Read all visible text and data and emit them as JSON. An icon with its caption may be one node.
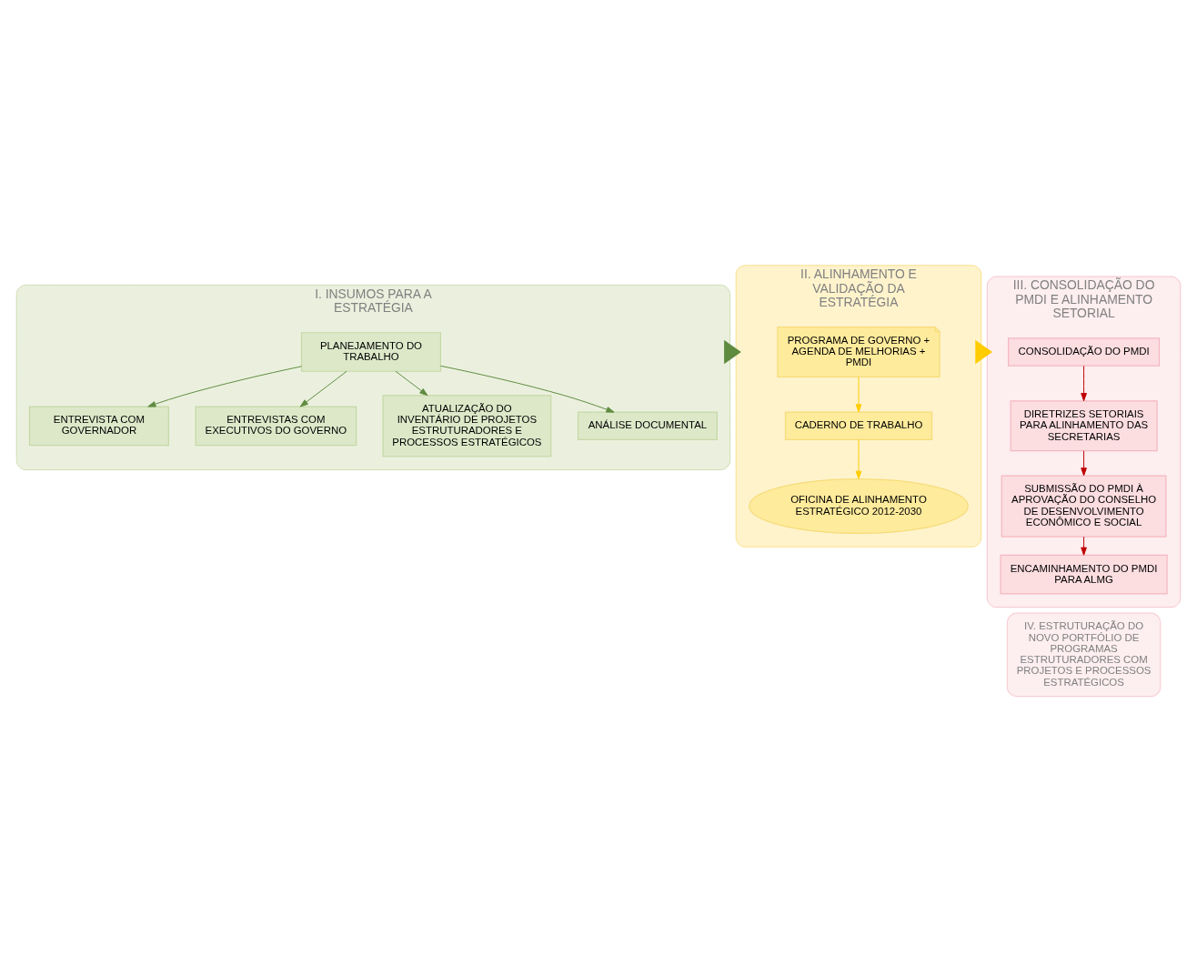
{
  "diagram": {
    "nodes": [
      {
        "text": [
          "I. INSUMOS PARA A ESTRATÉGIA"
        ]
      },
      {
        "text": [
          "PLANEJAMENTO DO TRABALHO"
        ],
        "in": 0
      },
      {
        "text": [
          "ENTREVISTA COM GOVERNADOR"
        ],
        "in": 0
      },
      {
        "text": [
          "ENTREVISTAS COM EXECUTIVOS DO GOVERNO"
        ],
        "in": 0
      },
      {
        "text": [
          "ATUALIZAÇÃO DO INVENTÁRIO DE PROJETOS ESTRUTURADORES E PROCESSOS ESTRATÉGICOS"
        ],
        "in": 0
      },
      {
        "text": [
          "ANÁLISE DOCUMENTAL"
        ],
        "in": 0
      },
      {
        "text": [
          "II. ALINHAMENTO E VALIDAÇÃO DA ESTRATÉGIA"
        ]
      },
      {
        "text": [
          "PROGRAMA DE GOVERNO + AGENDA DE MELHORIAS + PMDI"
        ],
        "in": 6
      },
      {
        "text": [
          "CADERNO DE TRABALHO"
        ],
        "in": 6
      },
      {
        "text": [
          "OFICINA DE ALINHAMENTO ESTRATÉGICO 2012-2030"
        ],
        "in": 6
      },
      {
        "text": [
          "III. CONSOLIDAÇÃO DO PMDI E ALINHAMENTO SETORIAL"
        ]
      },
      {
        "text": [
          "CONSOLIDAÇÃO DO PMDI"
        ],
        "in": 10
      },
      {
        "text": [
          "DIRETRIZES SETORIAIS PARA ALINHAMENTO DAS SECRETARIAS"
        ],
        "in": 10
      },
      {
        "text": [
          "SUBMISSÃO DO PMDI À APROVAÇÃO DO CONSELHO DE DESENVOLVIMENTO ECONÔMICO E SOCIAL"
        ],
        "in": 10
      },
      {
        "text": [
          "ENCAMINHAMENTO DO PMDI PARA ALMG"
        ],
        "in": 10
      },
      {
        "text": [
          "IV. ESTRUTURAÇÃO DO NOVO PORTFÓLIO DE PROGRAMAS ESTRUTURADORES COM PROJETOS E PROCESSOS ESTRATÉGICOS"
        ]
      }
    ],
    "edges": [
      {
        "from": 1,
        "to": 2,
        "arrow": "to",
        "color": "#5f8b3f"
      },
      {
        "from": 1,
        "to": 3,
        "arrow": "to",
        "color": "#5f8b3f"
      },
      {
        "from": 1,
        "to": 4,
        "arrow": "to",
        "color": "#5f8b3f"
      },
      {
        "from": 1,
        "to": 5,
        "arrow": "to",
        "color": "#5f8b3f"
      },
      {
        "from": 7,
        "to": 8,
        "arrow": "to",
        "color": "#ffcc00"
      },
      {
        "from": 8,
        "to": 9,
        "arrow": "to",
        "color": "#ffcc00"
      },
      {
        "from": 11,
        "to": 12,
        "arrow": "to",
        "color": "#c00000"
      },
      {
        "from": 12,
        "to": 13,
        "arrow": "to",
        "color": "#c00000"
      },
      {
        "from": 13,
        "to": 14,
        "arrow": "to",
        "color": "#c00000"
      },
      {
        "from": 0,
        "to": 6,
        "arrow": "to",
        "style": "thick",
        "color": "#5f8b3f"
      },
      {
        "from": 6,
        "to": 10,
        "arrow": "to",
        "style": "thick",
        "color": "#ffcc00"
      }
    ]
  }
}
